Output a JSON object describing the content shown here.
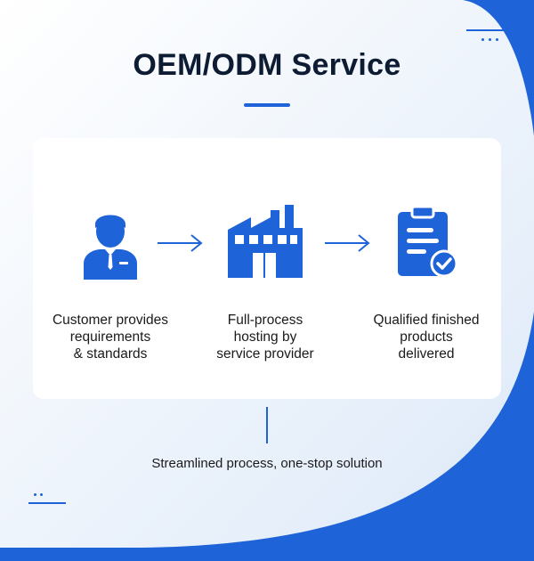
{
  "title": "OEM/ODM Service",
  "steps": [
    {
      "label_lines": [
        "Customer provides",
        "requirements",
        "& standards"
      ],
      "icon": "person-icon"
    },
    {
      "label_lines": [
        "Full-process",
        "hosting by",
        "service provider"
      ],
      "icon": "factory-icon"
    },
    {
      "label_lines": [
        "Qualified finished",
        "products",
        "delivered"
      ],
      "icon": "clipboard-check-icon"
    }
  ],
  "footer": "Streamlined process, one-stop solution",
  "colors": {
    "accent": "#1f63d8",
    "background_light": "#e9f1fb",
    "text": "#0d1b33"
  }
}
